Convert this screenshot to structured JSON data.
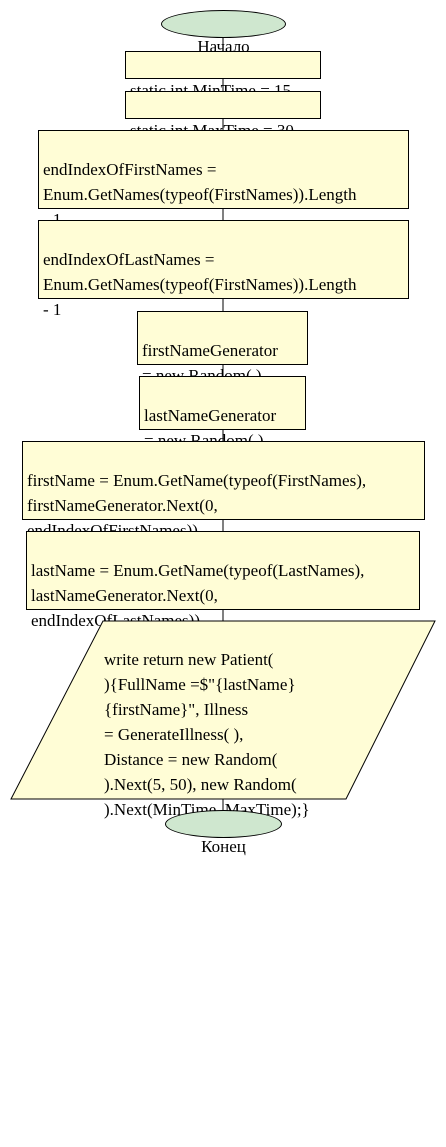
{
  "flowchart": {
    "start": "Начало",
    "end": "Конец",
    "steps": [
      "static int MinTime = 15",
      "static int MaxTime = 30",
      "endIndexOfFirstNames =\nEnum.GetNames(typeof(FirstNames)).Length\n- 1",
      "endIndexOfLastNames =\nEnum.GetNames(typeof(FirstNames)).Length\n- 1",
      "firstNameGenerator\n= new Random( )",
      "lastNameGenerator\n= new Random( )",
      "firstName = Enum.GetName(typeof(FirstNames),\nfirstNameGenerator.Next(0,\nendIndexOfFirstNames))",
      "lastName = Enum.GetName(typeof(LastNames),\nlastNameGenerator.Next(0,\nendIndexOfLastNames))"
    ],
    "output": "write return new Patient(\n){FullName =$\"{lastName}\n{firstName}\", Illness\n= GenerateIllness( ),\nDistance = new Random(\n).Next(5, 50), new Random(\n).Next(MinTime, MaxTime);}"
  },
  "colors": {
    "terminal_fill": "#cfe7cf",
    "process_fill": "#fffdd6",
    "io_fill": "#fffdd6",
    "line": "#000000"
  }
}
